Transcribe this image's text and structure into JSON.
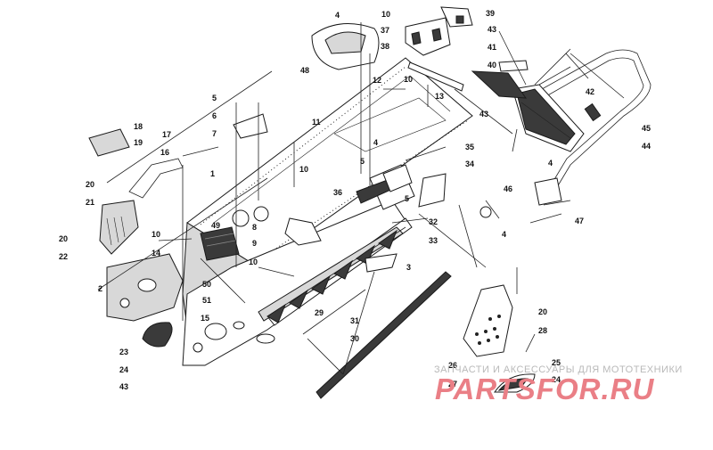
{
  "diagram": {
    "callouts": [
      "1",
      "2",
      "3",
      "4",
      "5",
      "6",
      "7",
      "8",
      "9",
      "10",
      "11",
      "12",
      "13",
      "14",
      "15",
      "16",
      "17",
      "18",
      "19",
      "20",
      "21",
      "22",
      "23",
      "24",
      "25",
      "26",
      "27",
      "28",
      "29",
      "30",
      "31",
      "32",
      "33",
      "34",
      "35",
      "36",
      "37",
      "38",
      "39",
      "40",
      "41",
      "42",
      "43",
      "44",
      "45",
      "46",
      "47",
      "48",
      "49",
      "50",
      "51"
    ]
  },
  "watermark": {
    "subtitle": "ЗАПЧАСТИ И АКСЕССУАРЫ ДЛЯ МОТОТЕХНИКИ",
    "brand": "PARTSFOR.RU",
    "brand_color": "#ea7f86"
  }
}
